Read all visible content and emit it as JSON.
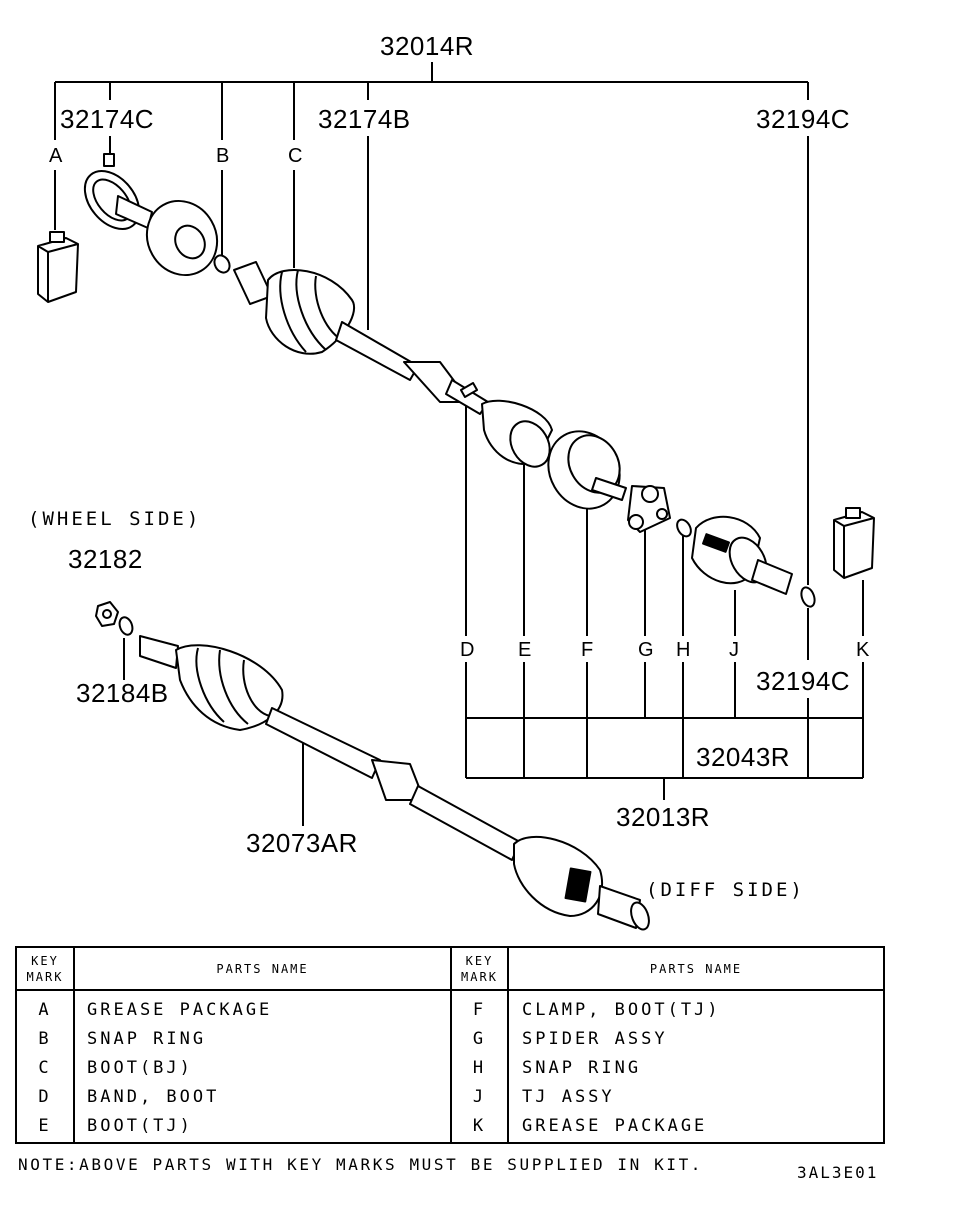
{
  "part_numbers": {
    "p32014R": "32014R",
    "p32174C": "32174C",
    "p32174B": "32174B",
    "p32194C_top": "32194C",
    "p32194C_bottom": "32194C",
    "p32182": "32182",
    "p32184B": "32184B",
    "p32073AR": "32073AR",
    "p32043R": "32043R",
    "p32013R": "32013R"
  },
  "key_letters": {
    "A": "A",
    "B": "B",
    "C": "C",
    "D": "D",
    "E": "E",
    "F": "F",
    "G": "G",
    "H": "H",
    "J": "J",
    "K": "K"
  },
  "side_labels": {
    "wheel": "(WHEEL SIDE)",
    "diff": "(DIFF SIDE)"
  },
  "table": {
    "header_key": [
      "KEY",
      "MARK"
    ],
    "header_name": "PARTS NAME",
    "left_rows": [
      {
        "mark": "A",
        "name": "GREASE PACKAGE"
      },
      {
        "mark": "B",
        "name": "SNAP RING"
      },
      {
        "mark": "C",
        "name": "BOOT(BJ)"
      },
      {
        "mark": "D",
        "name": "BAND, BOOT"
      },
      {
        "mark": "E",
        "name": "BOOT(TJ)"
      }
    ],
    "right_rows": [
      {
        "mark": "F",
        "name": "CLAMP, BOOT(TJ)"
      },
      {
        "mark": "G",
        "name": "SPIDER ASSY"
      },
      {
        "mark": "H",
        "name": "SNAP RING"
      },
      {
        "mark": "J",
        "name": "TJ ASSY"
      },
      {
        "mark": "K",
        "name": "GREASE PACKAGE"
      }
    ]
  },
  "note": "NOTE:ABOVE PARTS WITH KEY MARKS MUST BE SUPPLIED IN KIT.",
  "drawing_code": "3AL3E01"
}
